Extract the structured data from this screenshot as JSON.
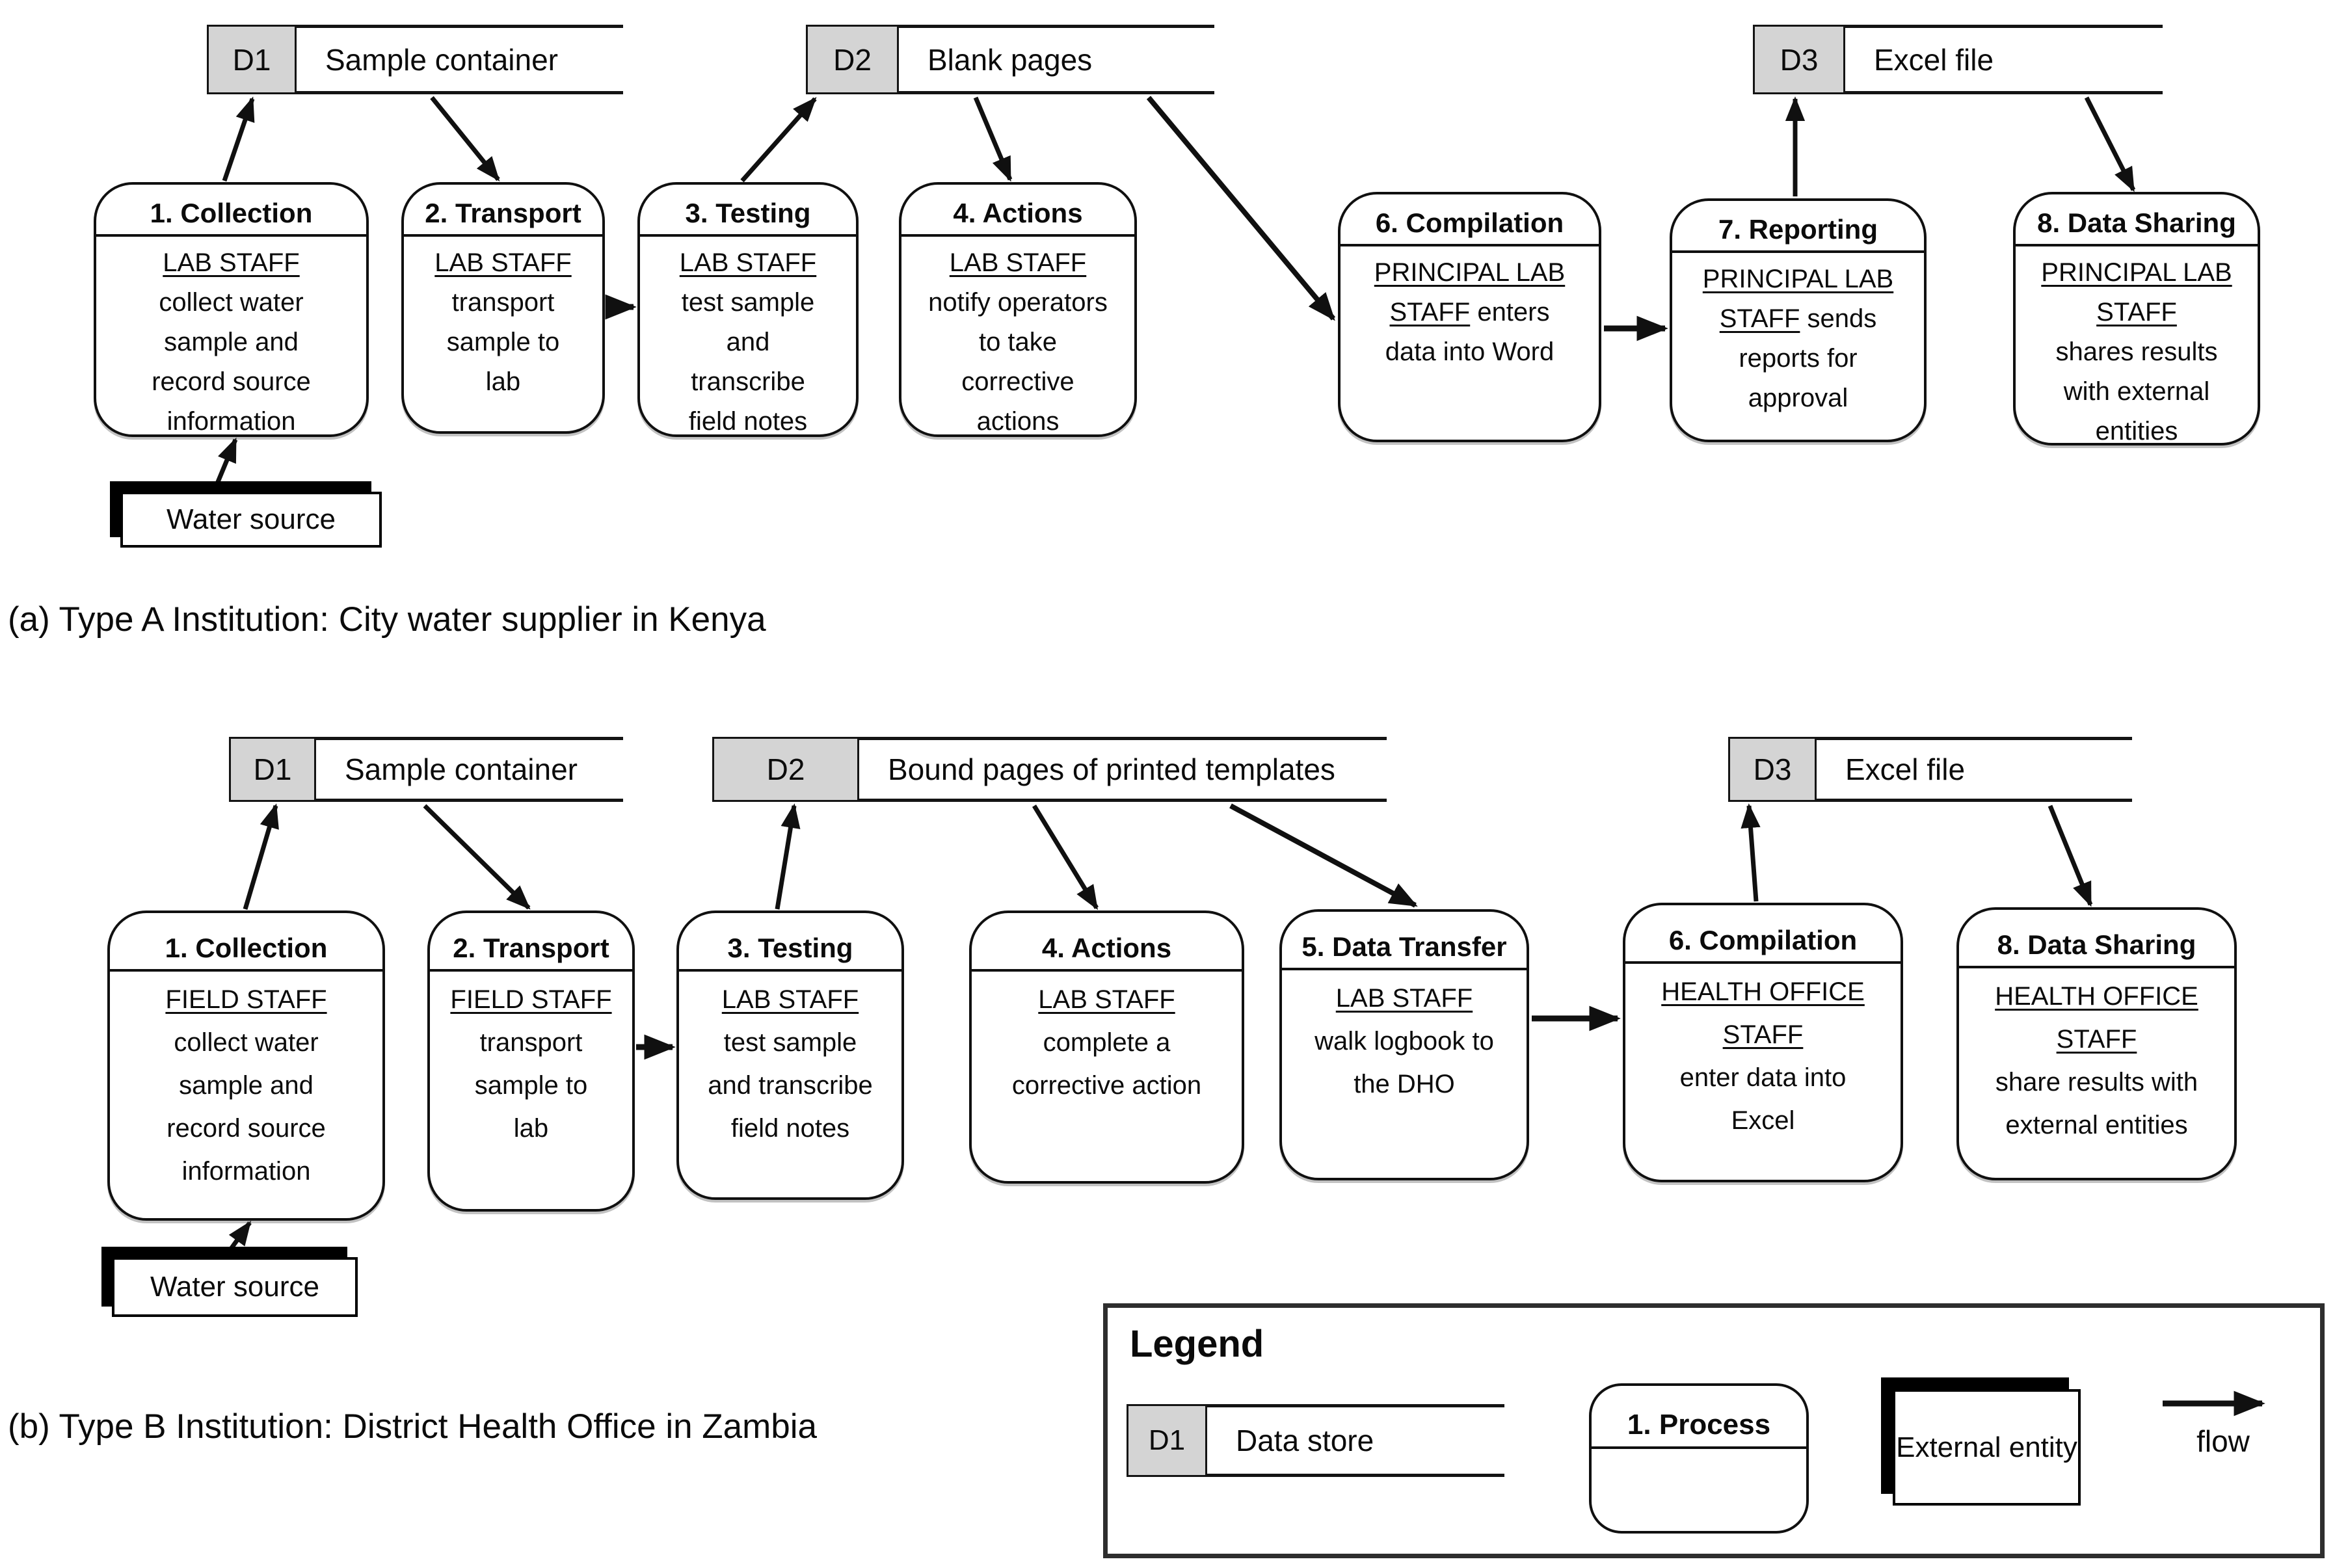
{
  "figure": {
    "type": "data-flow-diagrams",
    "background": "#ffffff"
  },
  "colors": {
    "store_tag_fill": "#d4d4d4",
    "line": "#101010",
    "text": "#0b0b0b"
  },
  "sections": [
    {
      "id": "a",
      "caption": "(a) Type A Institution: City water supplier in Kenya",
      "external_entity": "Water source",
      "stores": [
        {
          "tag": "D1",
          "label": "Sample container"
        },
        {
          "tag": "D2",
          "label": "Blank pages"
        },
        {
          "tag": "D3",
          "label": "Excel file"
        }
      ],
      "processes": [
        {
          "title": "1. Collection",
          "lines": [
            [
              {
                "t": "LAB STAFF",
                "u": true
              }
            ],
            [
              {
                "t": "collect water"
              }
            ],
            [
              {
                "t": "sample and"
              }
            ],
            [
              {
                "t": "record source"
              }
            ],
            [
              {
                "t": "information"
              }
            ]
          ]
        },
        {
          "title": "2. Transport",
          "lines": [
            [
              {
                "t": "LAB STAFF",
                "u": true
              }
            ],
            [
              {
                "t": "transport"
              }
            ],
            [
              {
                "t": "sample to"
              }
            ],
            [
              {
                "t": "lab"
              }
            ]
          ]
        },
        {
          "title": "3. Testing",
          "lines": [
            [
              {
                "t": "LAB STAFF",
                "u": true
              }
            ],
            [
              {
                "t": "test sample"
              }
            ],
            [
              {
                "t": "and"
              }
            ],
            [
              {
                "t": "transcribe"
              }
            ],
            [
              {
                "t": "field notes"
              }
            ]
          ]
        },
        {
          "title": "4. Actions",
          "lines": [
            [
              {
                "t": "LAB STAFF",
                "u": true
              }
            ],
            [
              {
                "t": "notify operators"
              }
            ],
            [
              {
                "t": "to take"
              }
            ],
            [
              {
                "t": "corrective"
              }
            ],
            [
              {
                "t": "actions"
              }
            ]
          ]
        },
        {
          "title": "6. Compilation",
          "lines": [
            [
              {
                "t": "PRINCIPAL LAB",
                "u": true
              }
            ],
            [
              {
                "t": "STAFF",
                "u": true
              },
              {
                "t": " enters"
              }
            ],
            [
              {
                "t": "data into Word"
              }
            ]
          ]
        },
        {
          "title": "7. Reporting",
          "lines": [
            [
              {
                "t": "PRINCIPAL LAB",
                "u": true
              }
            ],
            [
              {
                "t": "STAFF",
                "u": true
              },
              {
                "t": " sends"
              }
            ],
            [
              {
                "t": "reports for"
              }
            ],
            [
              {
                "t": "approval"
              }
            ]
          ]
        },
        {
          "title": "8. Data Sharing",
          "lines": [
            [
              {
                "t": "PRINCIPAL LAB",
                "u": true
              }
            ],
            [
              {
                "t": "STAFF",
                "u": true
              }
            ],
            [
              {
                "t": "shares results"
              }
            ],
            [
              {
                "t": "with external"
              }
            ],
            [
              {
                "t": "entities"
              }
            ]
          ]
        }
      ],
      "flows": [
        {
          "from": "water-source",
          "to": "collection"
        },
        {
          "from": "collection",
          "to": "d1"
        },
        {
          "from": "d1",
          "to": "transport"
        },
        {
          "from": "transport",
          "to": "testing"
        },
        {
          "from": "testing",
          "to": "d2"
        },
        {
          "from": "d2",
          "to": "actions"
        },
        {
          "from": "d2",
          "to": "compilation"
        },
        {
          "from": "compilation",
          "to": "reporting"
        },
        {
          "from": "reporting",
          "to": "d3"
        },
        {
          "from": "d3",
          "to": "data-sharing"
        }
      ]
    },
    {
      "id": "b",
      "caption": "(b) Type B Institution: District Health Office in Zambia",
      "external_entity": "Water source",
      "stores": [
        {
          "tag": "D1",
          "label": "Sample container"
        },
        {
          "tag": "D2",
          "label": "Bound pages of printed templates"
        },
        {
          "tag": "D3",
          "label": "Excel file"
        }
      ],
      "processes": [
        {
          "title": "1. Collection",
          "lines": [
            [
              {
                "t": "FIELD STAFF",
                "u": true
              }
            ],
            [
              {
                "t": "collect water"
              }
            ],
            [
              {
                "t": "sample and"
              }
            ],
            [
              {
                "t": "record source"
              }
            ],
            [
              {
                "t": "information"
              }
            ]
          ]
        },
        {
          "title": "2. Transport",
          "lines": [
            [
              {
                "t": "FIELD STAFF",
                "u": true
              }
            ],
            [
              {
                "t": "transport"
              }
            ],
            [
              {
                "t": "sample to"
              }
            ],
            [
              {
                "t": "lab"
              }
            ]
          ]
        },
        {
          "title": "3. Testing",
          "lines": [
            [
              {
                "t": "LAB STAFF",
                "u": true
              }
            ],
            [
              {
                "t": "test sample"
              }
            ],
            [
              {
                "t": "and transcribe"
              }
            ],
            [
              {
                "t": "field notes"
              }
            ]
          ]
        },
        {
          "title": "4. Actions",
          "lines": [
            [
              {
                "t": "LAB STAFF",
                "u": true
              }
            ],
            [
              {
                "t": "complete a"
              }
            ],
            [
              {
                "t": "corrective action"
              }
            ]
          ]
        },
        {
          "title": "5. Data Transfer",
          "lines": [
            [
              {
                "t": "LAB STAFF",
                "u": true
              }
            ],
            [
              {
                "t": "walk logbook to"
              }
            ],
            [
              {
                "t": "the DHO"
              }
            ]
          ]
        },
        {
          "title": "6. Compilation",
          "lines": [
            [
              {
                "t": "HEALTH OFFICE",
                "u": true
              }
            ],
            [
              {
                "t": "STAFF",
                "u": true
              }
            ],
            [
              {
                "t": "enter data into"
              }
            ],
            [
              {
                "t": "Excel"
              }
            ]
          ]
        },
        {
          "title": "8. Data Sharing",
          "lines": [
            [
              {
                "t": "HEALTH OFFICE",
                "u": true
              }
            ],
            [
              {
                "t": "STAFF",
                "u": true
              }
            ],
            [
              {
                "t": "share results with"
              }
            ],
            [
              {
                "t": "external entities"
              }
            ]
          ]
        }
      ],
      "flows": [
        {
          "from": "water-source",
          "to": "collection"
        },
        {
          "from": "collection",
          "to": "d1"
        },
        {
          "from": "d1",
          "to": "transport"
        },
        {
          "from": "transport",
          "to": "testing"
        },
        {
          "from": "testing",
          "to": "d2"
        },
        {
          "from": "d2",
          "to": "actions"
        },
        {
          "from": "d2",
          "to": "data-transfer"
        },
        {
          "from": "data-transfer",
          "to": "compilation"
        },
        {
          "from": "compilation",
          "to": "d3"
        },
        {
          "from": "d3",
          "to": "data-sharing"
        }
      ]
    }
  ],
  "legend": {
    "title": "Legend",
    "store": {
      "tag": "D1",
      "label": "Data store"
    },
    "process": {
      "title": "1. Process"
    },
    "entity": {
      "label": "External entity"
    },
    "flow_label": "flow"
  }
}
